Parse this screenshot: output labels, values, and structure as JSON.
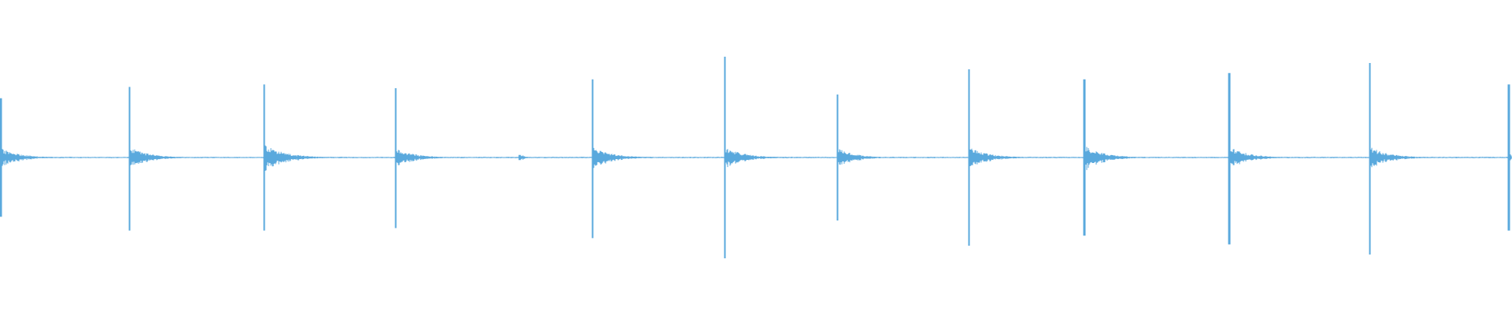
{
  "colors": {
    "background": "#ffffff",
    "waveform": "#5aa9dd"
  },
  "waveform": {
    "sample_count": 1920,
    "baseline_amplitude": 0.004,
    "transients": [
      {
        "t": 0.0005,
        "peak_up": 0.47,
        "peak_down": 0.47,
        "ring": 0.07,
        "decay": 0.012
      },
      {
        "t": 0.0857,
        "peak_up": 0.56,
        "peak_down": 0.58,
        "ring": 0.08,
        "decay": 0.012
      },
      {
        "t": 0.1748,
        "peak_up": 0.58,
        "peak_down": 0.58,
        "ring": 0.1,
        "decay": 0.013
      },
      {
        "t": 0.2617,
        "peak_up": 0.55,
        "peak_down": 0.56,
        "ring": 0.07,
        "decay": 0.012
      },
      {
        "t": 0.344,
        "peak_up": 0.02,
        "peak_down": 0.02,
        "ring": 0.03,
        "decay": 0.003
      },
      {
        "t": 0.3922,
        "peak_up": 0.62,
        "peak_down": 0.64,
        "ring": 0.08,
        "decay": 0.012
      },
      {
        "t": 0.4795,
        "peak_up": 0.8,
        "peak_down": 0.8,
        "ring": 0.08,
        "decay": 0.012
      },
      {
        "t": 0.5542,
        "peak_up": 0.5,
        "peak_down": 0.5,
        "ring": 0.07,
        "decay": 0.011
      },
      {
        "t": 0.6411,
        "peak_up": 0.7,
        "peak_down": 0.7,
        "ring": 0.08,
        "decay": 0.012
      },
      {
        "t": 0.7175,
        "peak_up": 0.62,
        "peak_down": 0.62,
        "ring": 0.09,
        "decay": 0.012
      },
      {
        "t": 0.8135,
        "peak_up": 0.67,
        "peak_down": 0.69,
        "ring": 0.08,
        "decay": 0.012
      },
      {
        "t": 0.9065,
        "peak_up": 0.75,
        "peak_down": 0.77,
        "ring": 0.08,
        "decay": 0.012
      },
      {
        "t": 0.9985,
        "peak_up": 0.58,
        "peak_down": 0.58,
        "ring": 0.03,
        "decay": 0.006
      }
    ]
  }
}
